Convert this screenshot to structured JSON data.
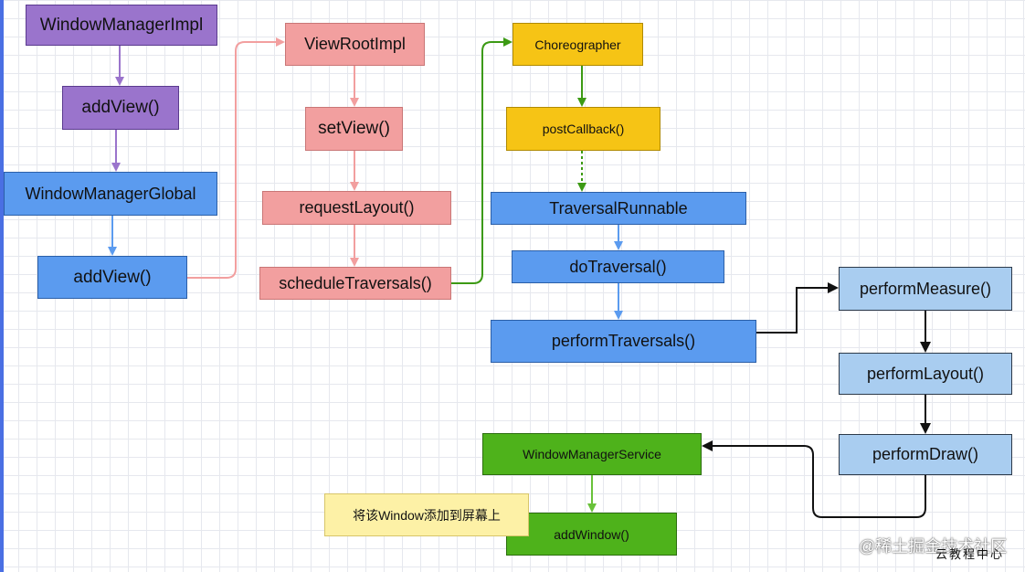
{
  "nodes": {
    "window_manager_impl": "WindowManagerImpl",
    "add_view_1": "addView()",
    "window_manager_global": "WindowManagerGlobal",
    "add_view_2": "addView()",
    "view_root_impl": "ViewRootImpl",
    "set_view": "setView()",
    "request_layout": "requestLayout()",
    "schedule_traversals": "scheduleTraversals()",
    "choreographer": "Choreographer",
    "post_callback": "postCallback()",
    "traversal_runnable": "TraversalRunnable",
    "do_traversal": "doTraversal()",
    "perform_traversals": "performTraversals()",
    "perform_measure": "performMeasure()",
    "perform_layout": "performLayout()",
    "perform_draw": "performDraw()",
    "window_manager_service": "WindowManagerService",
    "add_window": "addWindow()",
    "note_add_to_screen": "将该Window添加到屏幕上"
  },
  "watermark": {
    "line1": "@稀土掘金技术社区",
    "line2": "云教程中心"
  },
  "colors": {
    "purple": "#9a74cc",
    "blue": "#5b9bef",
    "pink": "#f29f9f",
    "yellow": "#f6c415",
    "light_blue": "#a9cdf0",
    "green": "#4eb21b",
    "note": "#fdf1a6"
  }
}
